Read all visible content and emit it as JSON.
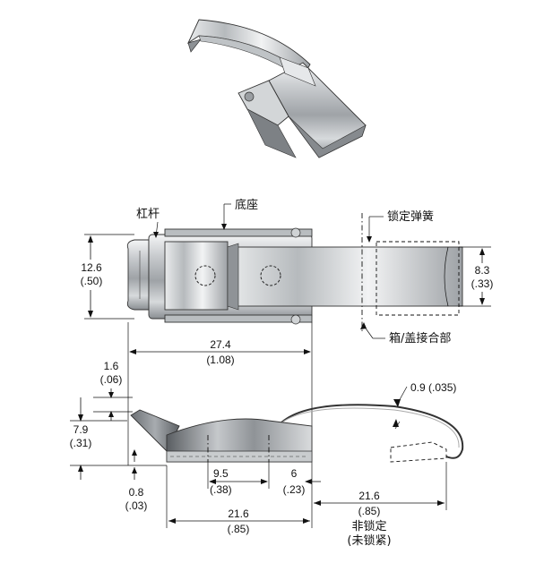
{
  "labels": {
    "lever": "杠杆",
    "base": "底座",
    "lock_spring": "锁定弹簧",
    "box_cover_joint": "箱/盖接合部",
    "unlocked": "非锁定",
    "unlocked_paren": "(未锁紧)"
  },
  "dimensions": {
    "height_mm": "12.6",
    "height_in": "(.50)",
    "keeper_mm": "8.3",
    "keeper_in": "(.33)",
    "length_mm": "27.4",
    "length_in": "(1.08)",
    "lever_lift_mm": "1.6",
    "lever_lift_in": "(.06)",
    "side_height_mm": "7.9",
    "side_height_in": "(.31)",
    "base_thick_mm": "0.8",
    "base_thick_in": "(.03)",
    "hole_span_mm": "9.5",
    "hole_span_in": "(.38)",
    "hole_edge_mm": "6",
    "hole_edge_in": "(.23)",
    "base_len_mm": "21.6",
    "base_len_in": "(.85)",
    "reach_mm": "21.6",
    "reach_in": "(.85)",
    "wire": "0.9 (.035)"
  }
}
